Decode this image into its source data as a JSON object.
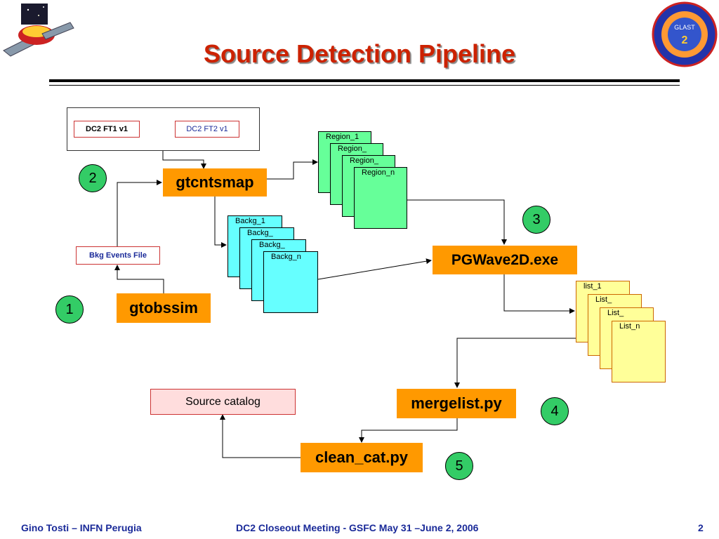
{
  "slide": {
    "title": "Source Detection Pipeline"
  },
  "inputs": {
    "ft1": "DC2 FT1 v1",
    "ft2": "DC2 FT2 v1"
  },
  "steps": {
    "gtcntsmap": "gtcntsmap",
    "gtobssim": "gtobssim",
    "bkg_events_file": "Bkg Events File",
    "pgwave": "PGWave2D.exe",
    "mergelist": "mergelist.py",
    "clean_cat": "clean_cat.py",
    "source_catalog": "Source catalog"
  },
  "regions": [
    "Region_1",
    "Region_",
    "Region_",
    "Region_n"
  ],
  "backgrounds": [
    "Backg_1",
    "Backg_",
    "Backg_",
    "Backg_n"
  ],
  "lists": [
    "list_1",
    "List_",
    "List_",
    "List_n"
  ],
  "step_numbers": [
    "1",
    "2",
    "3",
    "4",
    "5"
  ],
  "footer": {
    "left": "Gino Tosti – INFN Perugia",
    "center": "DC2 Closeout Meeting  - GSFC  May 31 –June 2, 2006",
    "page": "2"
  },
  "logos": {
    "left_logo": "satellite-logo",
    "right_logo": "Gamma-ray Large Area Space Telescope GLAST DATA CHALLENGE 2"
  },
  "colors": {
    "title": "#cc2200",
    "process_box": "#ff9900",
    "region": "#66ff99",
    "background": "#66ffff",
    "list": "#ffff99",
    "step_circle": "#33cc66",
    "footer": "#1a2a99"
  }
}
